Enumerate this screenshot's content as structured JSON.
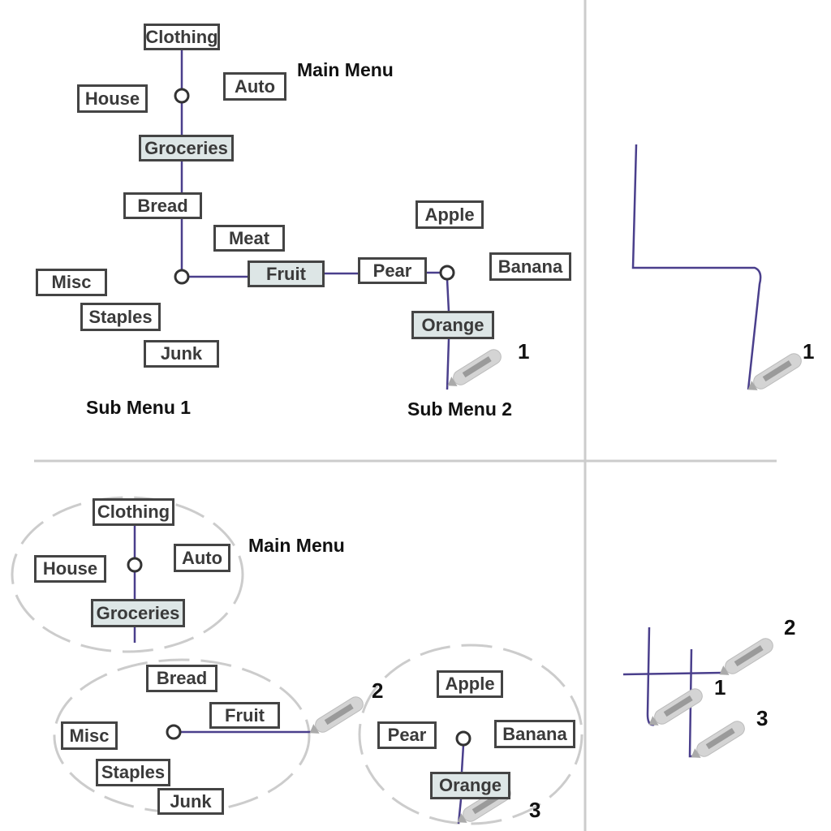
{
  "colors": {
    "stroke": "#4a3f8c",
    "highlight": "#dde6e6",
    "divider": "#cccccc"
  },
  "top_panel": {
    "title": "Main Menu",
    "sub_menu_1": "Sub Menu 1",
    "sub_menu_2": "Sub Menu 2",
    "items": {
      "clothing": "Clothing",
      "auto": "Auto",
      "house": "House",
      "groceries": "Groceries",
      "bread": "Bread",
      "meat": "Meat",
      "apple": "Apple",
      "misc": "Misc",
      "fruit": "Fruit",
      "pear": "Pear",
      "banana": "Banana",
      "staples": "Staples",
      "orange": "Orange",
      "junk": "Junk"
    },
    "stroke_number": "1"
  },
  "top_right": {
    "stroke_number": "1"
  },
  "bottom_panel": {
    "title": "Main Menu",
    "items": {
      "clothing": "Clothing",
      "auto": "Auto",
      "house": "House",
      "groceries": "Groceries",
      "bread": "Bread",
      "fruit": "Fruit",
      "misc": "Misc",
      "staples": "Staples",
      "junk": "Junk",
      "apple": "Apple",
      "pear": "Pear",
      "banana": "Banana",
      "orange": "Orange"
    },
    "stroke_numbers": [
      "2",
      "3"
    ]
  },
  "bottom_right": {
    "stroke_numbers": [
      "2",
      "1",
      "3"
    ]
  }
}
